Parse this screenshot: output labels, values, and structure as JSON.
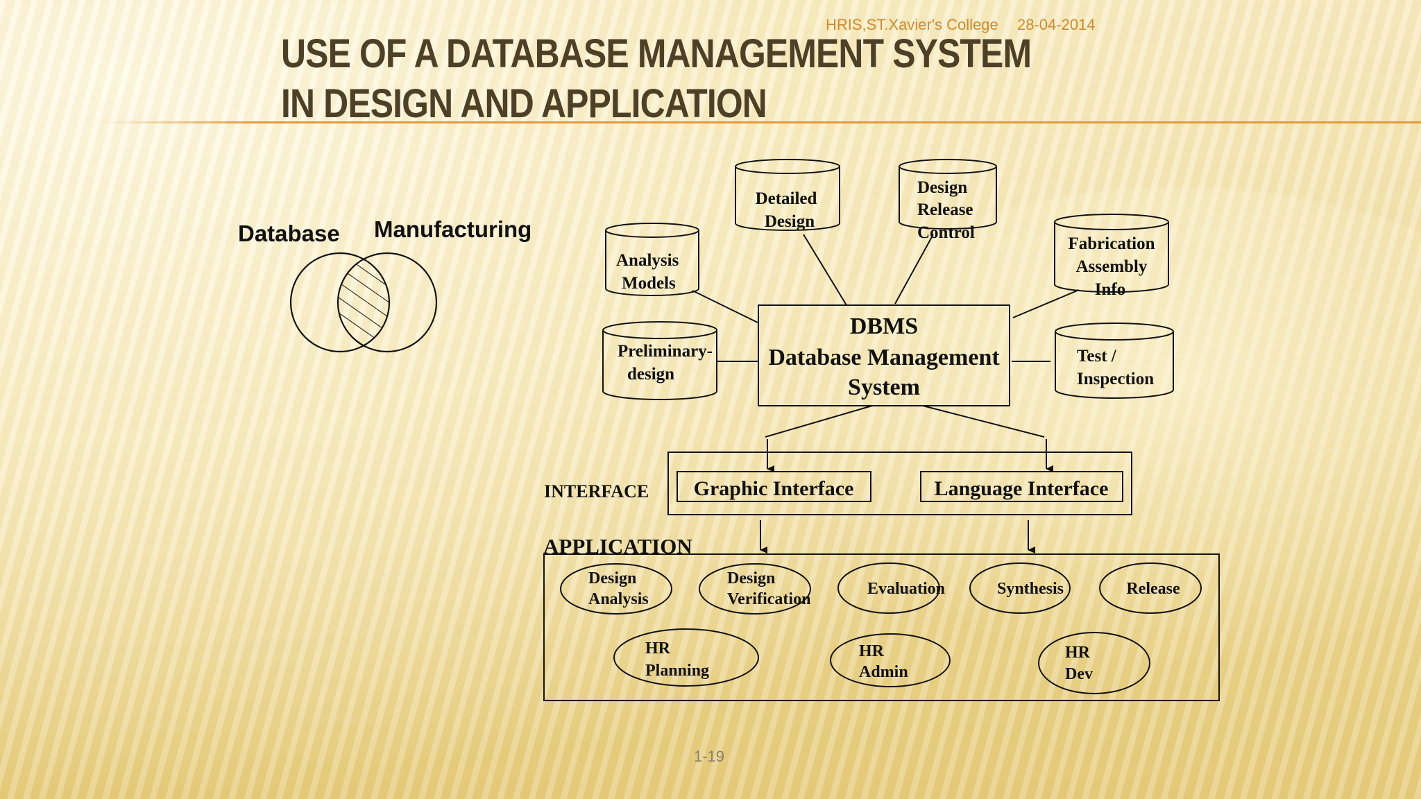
{
  "header": {
    "org": "HRIS,ST.Xavier's College",
    "date": "28-04-2014"
  },
  "title": {
    "line1": "USE OF A DATABASE MANAGEMENT SYSTEM",
    "line2": "IN DESIGN AND APPLICATION"
  },
  "venn": {
    "left_label": "Database",
    "right_label": "Manufacturing"
  },
  "diagram": {
    "databases": {
      "detailed_design": [
        "Detailed",
        "Design"
      ],
      "design_release_control": [
        "Design",
        "Release",
        "Control"
      ],
      "analysis_models": [
        "Analysis",
        "Models"
      ],
      "fabrication_assembly_info": [
        "Fabrication",
        "Assembly",
        "Info"
      ],
      "preliminary_design": [
        "Preliminary-",
        "design"
      ],
      "test_inspection": [
        "Test  /",
        "Inspection"
      ]
    },
    "dbms": [
      "DBMS",
      "Database Management",
      "System"
    ],
    "interface_label": "INTERFACE",
    "graphic_interface": "Graphic Interface",
    "language_interface": "Language Interface",
    "application_label": "APPLICATION",
    "applications": {
      "design_analysis": [
        "Design",
        "Analysis"
      ],
      "design_verification": [
        "Design",
        "Verification"
      ],
      "evaluation": [
        "Evaluation"
      ],
      "synthesis": [
        "Synthesis"
      ],
      "release": [
        "Release"
      ],
      "hr_planning": [
        "HR",
        "Planning"
      ],
      "hr_admin": [
        "HR",
        "Admin"
      ],
      "hr_dev": [
        "HR",
        "Dev"
      ]
    }
  },
  "page_number": "1-19"
}
